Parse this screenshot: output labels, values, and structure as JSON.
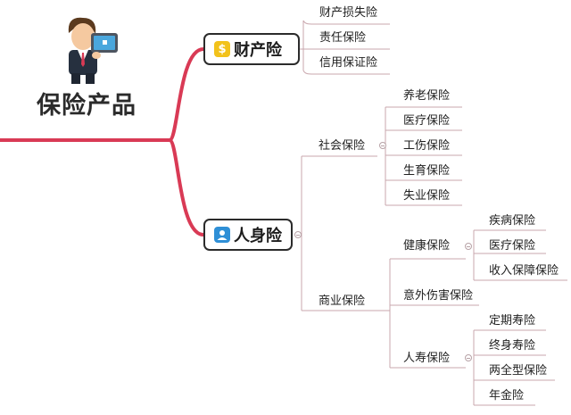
{
  "root": {
    "title": "保险产品"
  },
  "branches": [
    {
      "label": "财产险",
      "icon": "dollar-coin-icon",
      "icon_color": "#f2c21b",
      "icon_glyph": "$",
      "children": [
        {
          "label": "财产损失险"
        },
        {
          "label": "责任保险"
        },
        {
          "label": "信用保证险"
        }
      ]
    },
    {
      "label": "人身险",
      "icon": "contacts-person-icon",
      "icon_color": "#2e8fd6",
      "children": [
        {
          "label": "社会保险",
          "children": [
            {
              "label": "养老保险"
            },
            {
              "label": "医疗保险"
            },
            {
              "label": "工伤保险"
            },
            {
              "label": "生育保险"
            },
            {
              "label": "失业保险"
            }
          ]
        },
        {
          "label": "商业保险",
          "children": [
            {
              "label": "健康保险",
              "children": [
                {
                  "label": "疾病保险"
                },
                {
                  "label": "医疗保险"
                },
                {
                  "label": "收入保障保险"
                }
              ]
            },
            {
              "label": "意外伤害保险"
            },
            {
              "label": "人寿保险",
              "children": [
                {
                  "label": "定期寿险"
                },
                {
                  "label": "终身寿险"
                },
                {
                  "label": "两全型保险"
                },
                {
                  "label": "年金险"
                }
              ]
            }
          ]
        }
      ]
    }
  ],
  "colors": {
    "primary_line": "#d93a55",
    "secondary_line": "#c9a7ad"
  }
}
